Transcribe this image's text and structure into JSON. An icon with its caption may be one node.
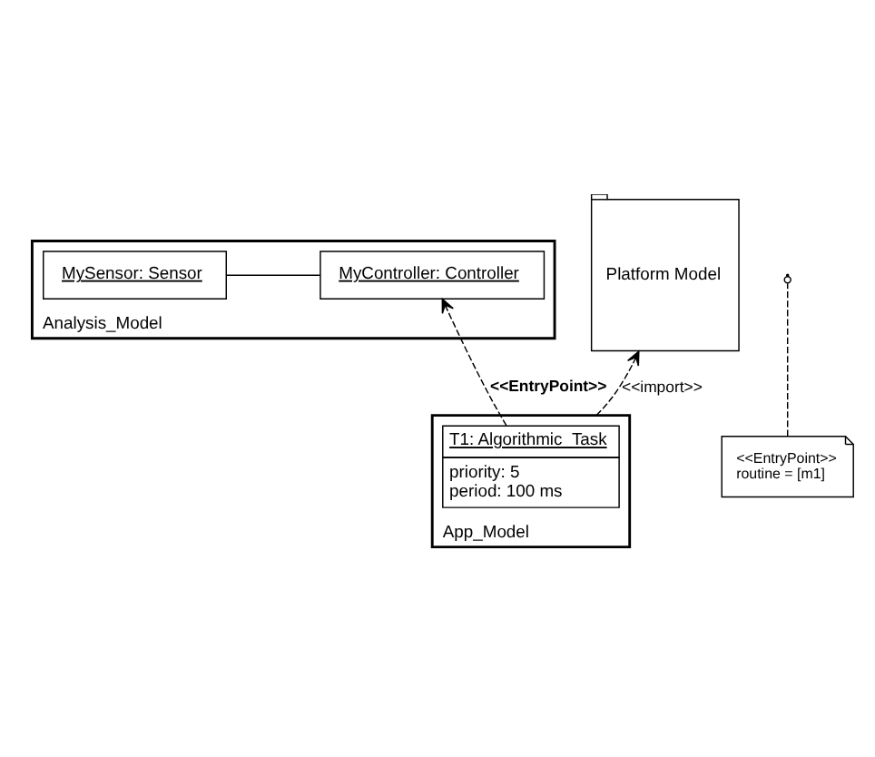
{
  "diagram": {
    "nodes": [
      {
        "text": [
          "Analysis_Model"
        ]
      },
      {
        "text": [
          "MyController: Controller"
        ],
        "in": 0
      },
      {
        "text": [
          "MySensor: Sensor"
        ],
        "in": 0
      },
      {
        "text": [
          "<<EntryPoint>>",
          "routine = [m1]"
        ]
      },
      {
        "text": [
          "App_Model"
        ]
      },
      {
        "text": [
          "T1: Algorithmic_Task",
          "priority: 5 period: 100 ms"
        ],
        "in": 4
      },
      {
        "text": [
          "Platform Model"
        ]
      }
    ],
    "edges": [
      {
        "from": 1,
        "to": 2,
        "arrow": "none"
      },
      {
        "from": 5,
        "to": 1,
        "arrow": "to",
        "style": "dashed",
        "label": "<<EntryPoint>>"
      },
      {
        "from": 3,
        "to": null,
        "arrow": "other",
        "style": "dashed"
      },
      {
        "from": 4,
        "to": 6,
        "arrow": "to",
        "style": "dashed",
        "label": "<<import>>"
      }
    ]
  }
}
